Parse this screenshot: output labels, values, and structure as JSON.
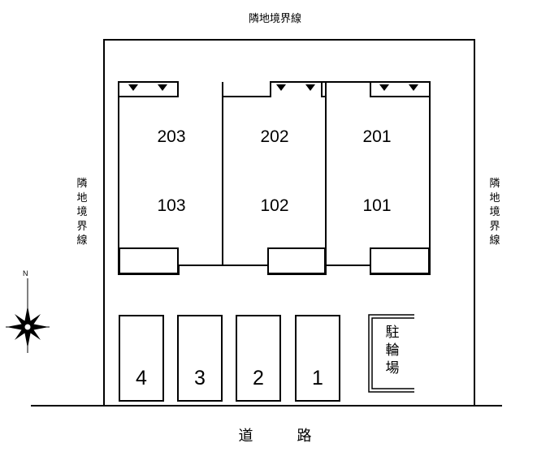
{
  "labels": {
    "boundary_top": "隣地境界線",
    "boundary_left": "隣地境界線",
    "boundary_right": "隣地境界線",
    "road": "道路",
    "bicycle_parking": "駐輪場",
    "compass_north": "N"
  },
  "units": [
    "203",
    "103",
    "202",
    "102",
    "201",
    "101"
  ],
  "parking": [
    "4",
    "3",
    "2",
    "1"
  ],
  "icons": [
    "down-triangle-icon",
    "compass-rose-icon"
  ]
}
